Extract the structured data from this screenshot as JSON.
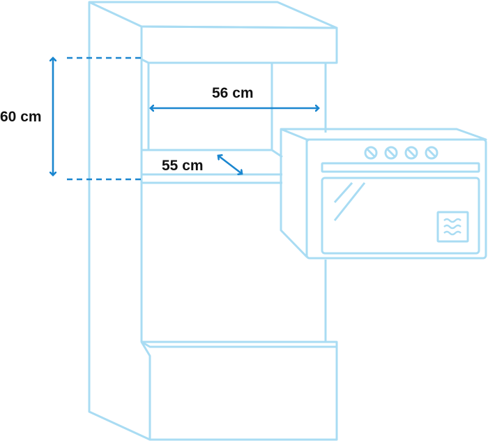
{
  "dimensions": {
    "height": "60 cm",
    "width": "56 cm",
    "depth": "55 cm"
  },
  "colors": {
    "outline": "#a9dcf3",
    "arrow": "#1a86cf",
    "text": "#111111",
    "background": "#ffffff"
  },
  "icons": {
    "oven": "built-in-oven-icon",
    "heat": "heat-waves-icon",
    "knob": "oven-knob-icon"
  }
}
